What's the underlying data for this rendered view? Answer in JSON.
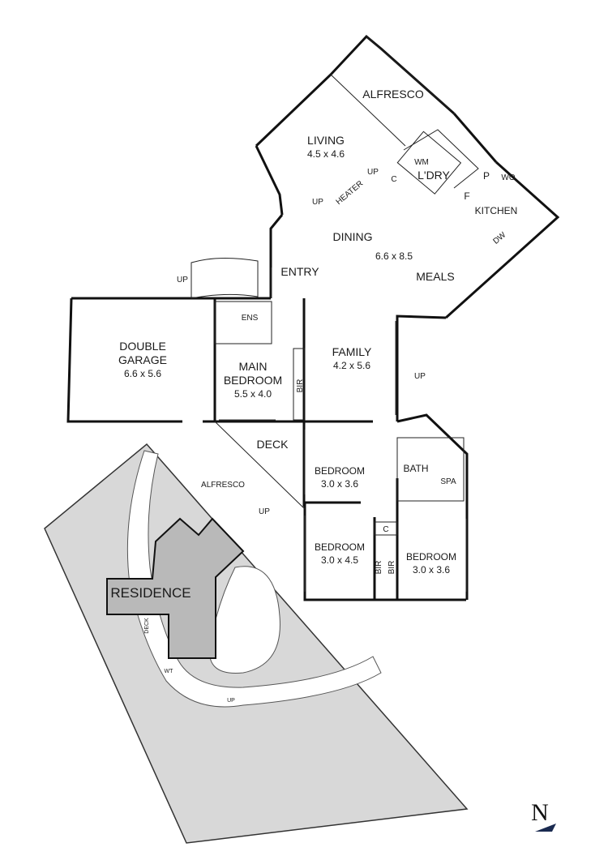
{
  "rooms": {
    "alfresco": "ALFRESCO",
    "living": "LIVING",
    "living_dim": "4.5 x 4.6",
    "wm": "WM",
    "laundry": "L'DRY",
    "c_upper": "C",
    "p": "P",
    "wo": "WO",
    "f": "F",
    "kitchen": "KITCHEN",
    "dw": "DW",
    "heater": "HEATER",
    "dining": "DINING",
    "dining_dim": "6.6 x 8.5",
    "meals": "MEALS",
    "entry": "ENTRY",
    "ens": "ENS",
    "garage_l1": "DOUBLE",
    "garage_l2": "GARAGE",
    "garage_dim": "6.6 x 5.6",
    "main_l1": "MAIN",
    "main_l2": "BEDROOM",
    "main_dim": "5.5 x 4.0",
    "bir_main": "BIR",
    "family": "FAMILY",
    "family_dim": "4.2 x 5.6",
    "deck": "DECK",
    "bedroom1": "BEDROOM",
    "bedroom1_dim": "3.0 x 3.6",
    "bath": "BATH",
    "spa": "SPA",
    "bedroom2": "BEDROOM",
    "bedroom2_dim": "3.0 x 4.5",
    "c_lower": "C",
    "bir_a": "BIR",
    "bir_b": "BIR",
    "bedroom3": "BEDROOM",
    "bedroom3_dim": "3.0 x 3.6"
  },
  "stairs": {
    "up_living": "UP",
    "up_heater": "UP",
    "up_entry": "UP",
    "up_family": "UP",
    "up_deck": "UP"
  },
  "site": {
    "alfresco": "ALFRESCO",
    "residence": "RESIDENCE",
    "deck": "DECK",
    "wt": "WT",
    "up": "UP"
  },
  "compass": "N",
  "colors": {
    "walls": "#111111",
    "site_ground": "#d8d8d8",
    "residence_fill": "#b9b9b9",
    "path_fill": "#ffffff"
  }
}
